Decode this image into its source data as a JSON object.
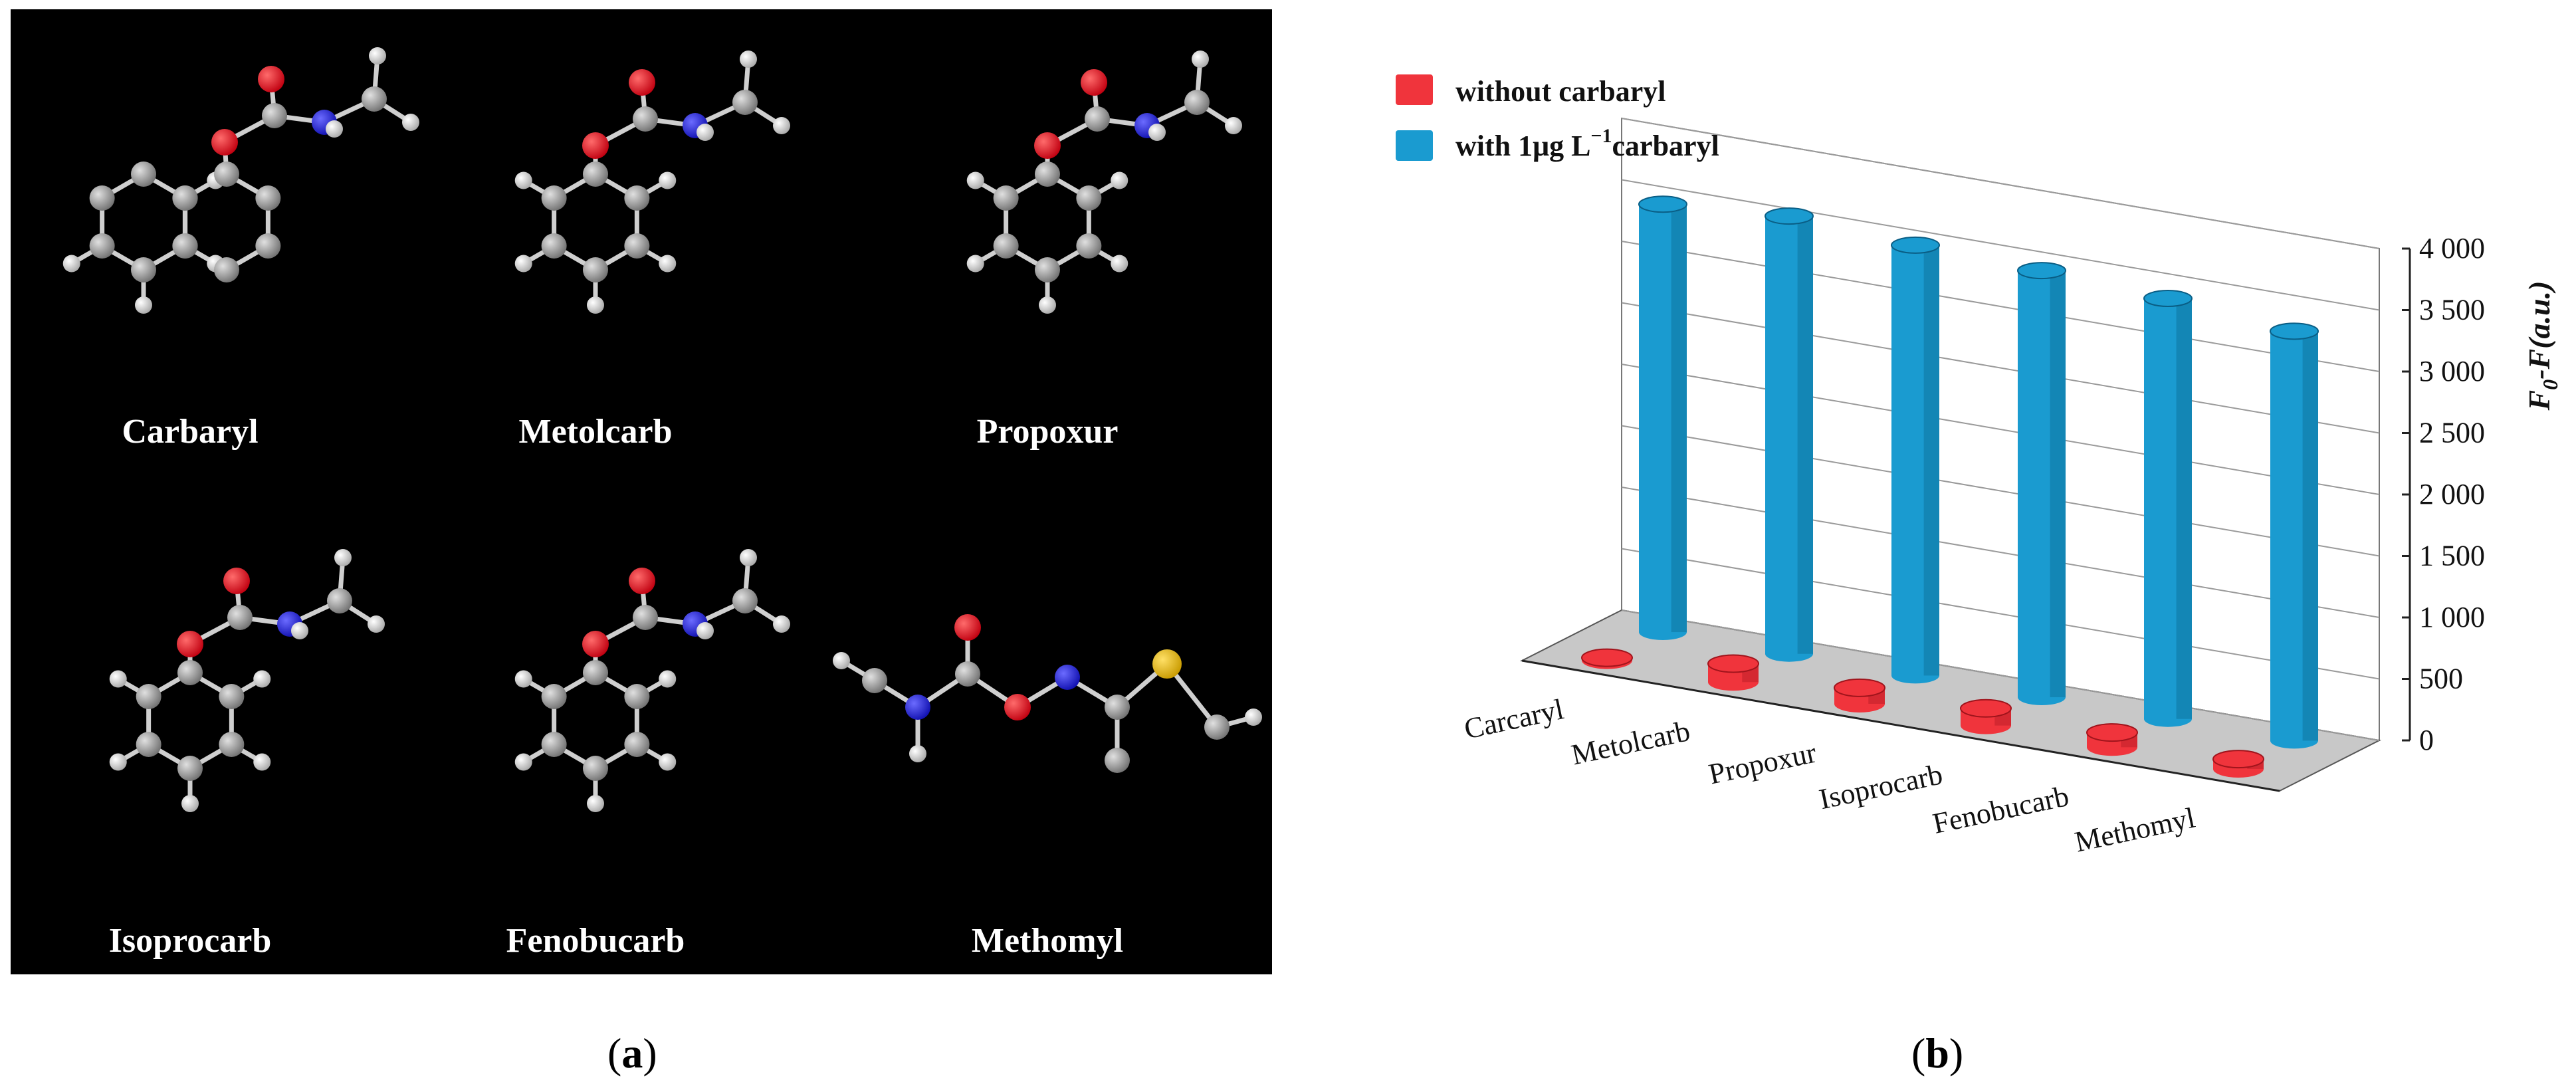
{
  "panel_a": {
    "molecules": [
      {
        "name": "Carbaryl"
      },
      {
        "name": "Metolcarb"
      },
      {
        "name": "Propoxur"
      },
      {
        "name": "Isoprocarb"
      },
      {
        "name": "Fenobucarb"
      },
      {
        "name": "Methomyl"
      }
    ],
    "panel_label_open": "(",
    "panel_label_letter": "a",
    "panel_label_close": ")"
  },
  "panel_b": {
    "panel_label_open": "(",
    "panel_label_letter": "b",
    "panel_label_close": ")"
  },
  "colors": {
    "without": "#f0343c",
    "with": "#1a9bd0",
    "floor": "#c8c8c8"
  },
  "chart_data": {
    "type": "bar",
    "categories": [
      "Carcaryl",
      "Metolcarb",
      "Propoxur",
      "Isoprocarb",
      "Fenobucarb",
      "Methomyl"
    ],
    "series": [
      {
        "name": "without carbaryl",
        "values": [
          0,
          150,
          130,
          140,
          120,
          80
        ]
      },
      {
        "name": "with 1μg L⁻¹carbaryl",
        "values": [
          3480,
          3560,
          3500,
          3470,
          3420,
          3330
        ]
      }
    ],
    "legend": {
      "without": "without carbaryl",
      "with_prefix": "with 1μg L",
      "with_sup": "−1",
      "with_suffix": "carbaryl"
    },
    "ylabel": {
      "main": "F",
      "sub": "0",
      "rest": "-F(a.u.)"
    },
    "yticks": [
      "0",
      "500",
      "1 000",
      "1 500",
      "2 000",
      "2 500",
      "3 000",
      "3 500",
      "4 000"
    ],
    "ylim": [
      0,
      4000
    ],
    "grid": true,
    "legend_position": "top-left"
  }
}
